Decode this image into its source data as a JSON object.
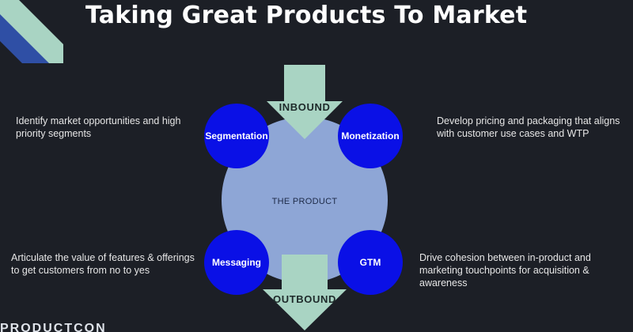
{
  "title": "Taking Great Products To Market",
  "center": {
    "product_label": "THE PRODUCT",
    "inbound_label": "INBOUND",
    "outbound_label": "OUTBOUND"
  },
  "nodes": [
    {
      "label": "Segmentation",
      "description": "Identify market opportunities and high priority segments"
    },
    {
      "label": "Monetization",
      "description": "Develop pricing and packaging that aligns with customer use cases and WTP"
    },
    {
      "label": "Messaging",
      "description": "Articulate the value of features & offerings to get customers from no to yes"
    },
    {
      "label": "GTM",
      "description": "Drive cohesion between in-product and marketing touchpoints for acquisition & awareness"
    }
  ],
  "brand_text": "PRODUCTCON",
  "colors": {
    "background": "#1c1f26",
    "node_fill": "#0a10e6",
    "product_fill": "#8ea6d6",
    "arrow_fill": "#a9d4c3",
    "corner_dark": "#2f4fa5",
    "corner_light": "#a9d4c3"
  }
}
